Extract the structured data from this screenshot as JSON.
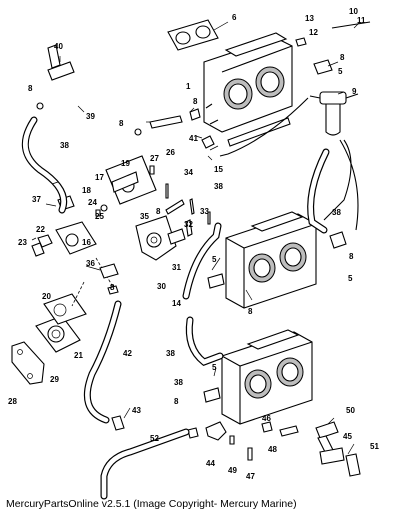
{
  "caption": "MercuryPartsOnline v2.5.1 (Image Copyright- Mercury Marine)",
  "callouts": {
    "c1": "1",
    "c5a": "5",
    "c5b": "5",
    "c5c": "5",
    "c5d": "5",
    "c6": "6",
    "c8a": "8",
    "c8b": "8",
    "c8c": "8",
    "c8d": "8",
    "c8e": "8",
    "c8f": "8",
    "c8g": "8",
    "c8h": "8",
    "c8i": "8",
    "c9": "9",
    "c10": "10",
    "c11": "11",
    "c12": "12",
    "c13": "13",
    "c14": "14",
    "c15": "15",
    "c16": "16",
    "c17": "17",
    "c18": "18",
    "c19": "19",
    "c20": "20",
    "c21": "21",
    "c22": "22",
    "c23": "23",
    "c24": "24",
    "c25": "25",
    "c26": "26",
    "c27": "27",
    "c28": "28",
    "c29": "29",
    "c30": "30",
    "c31": "31",
    "c32": "32",
    "c33": "33",
    "c34": "34",
    "c35": "35",
    "c36": "36",
    "c37": "37",
    "c38a": "38",
    "c38b": "38",
    "c38c": "38",
    "c38d": "38",
    "c38e": "38",
    "c39": "39",
    "c40": "40",
    "c41": "41",
    "c42": "42",
    "c43": "43",
    "c44": "44",
    "c45": "45",
    "c46": "46",
    "c47": "47",
    "c48": "48",
    "c49": "49",
    "c50": "50",
    "c51": "51",
    "c52": "52"
  }
}
